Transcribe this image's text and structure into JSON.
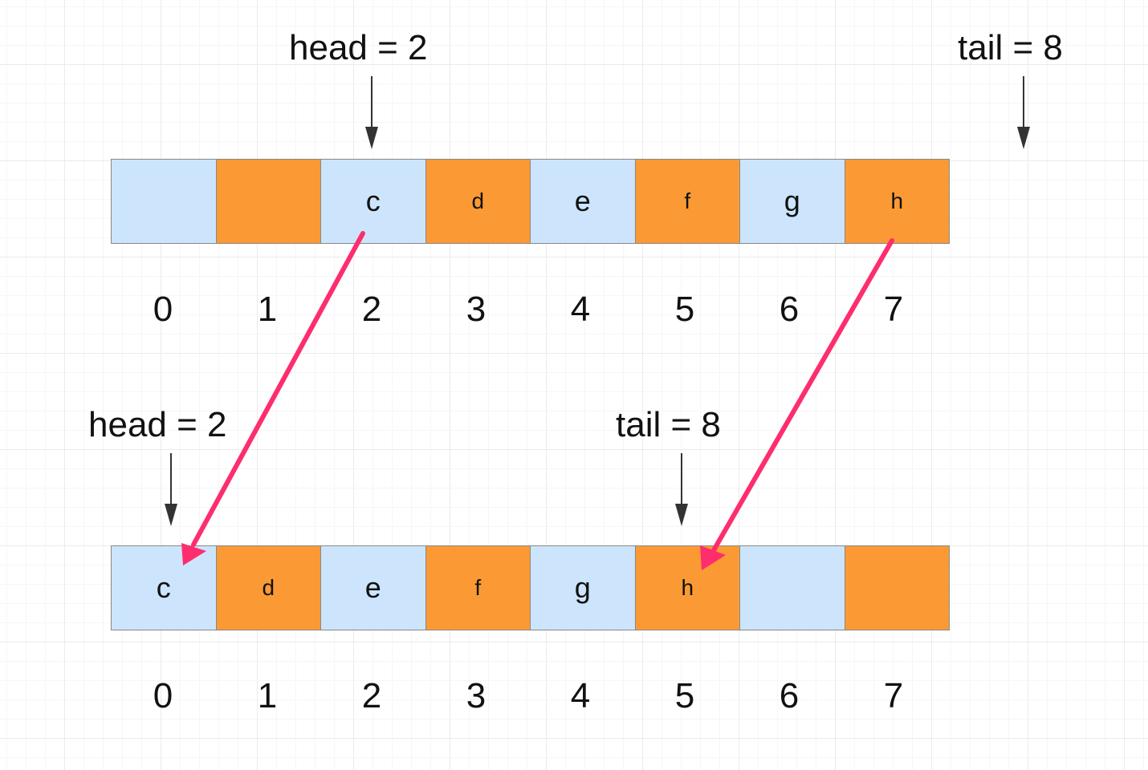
{
  "before": {
    "cells": [
      "",
      "",
      "c",
      "d",
      "e",
      "f",
      "g",
      "h"
    ],
    "indices": [
      "0",
      "1",
      "2",
      "3",
      "4",
      "5",
      "6",
      "7"
    ],
    "head_label": "head = 2",
    "tail_label": "tail = 8"
  },
  "after": {
    "cells": [
      "c",
      "d",
      "e",
      "f",
      "g",
      "h",
      "",
      ""
    ],
    "indices": [
      "0",
      "1",
      "2",
      "3",
      "4",
      "5",
      "6",
      "7"
    ],
    "head_label": "head = 2",
    "tail_label": "tail = 8"
  },
  "colors": {
    "cell_blue": "#cce5fc",
    "cell_orange": "#fb9a34",
    "move_arrow": "#fe2d6d",
    "pointer_arrow": "#333333"
  },
  "moves": [
    {
      "from_index": 2,
      "to_index": 0
    },
    {
      "from_index": 7,
      "to_index": 5
    }
  ]
}
